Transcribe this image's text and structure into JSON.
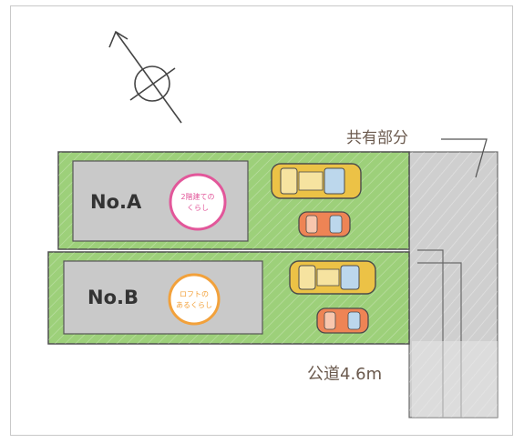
{
  "colors": {
    "lot_fill": "#9dd07a",
    "lot_border": "#4f4f4f",
    "building_fill": "#c9c9c9",
    "shared_fill": "#cfcfcf",
    "road_fill": "#e4e4e4",
    "badge_pink": "#e2579a",
    "badge_orange": "#f2a13b",
    "car_yellow": "#ecc246",
    "car_orange": "#ee8455",
    "label_text": "#6b5a4e"
  },
  "icons": {
    "compass": "north-arrow-icon",
    "car_large": "car-icon",
    "car_small": "compact-car-icon"
  },
  "lots": [
    {
      "name": "No.A",
      "badge_line1": "2階建ての",
      "badge_line2": "くらし",
      "badge_color": "#e2579a"
    },
    {
      "name": "No.B",
      "badge_line1": "ロフトの",
      "badge_line2": "あるくらし",
      "badge_color": "#f2a13b"
    }
  ],
  "shared_area_label": "共有部分",
  "road_label": "公道4.6m"
}
